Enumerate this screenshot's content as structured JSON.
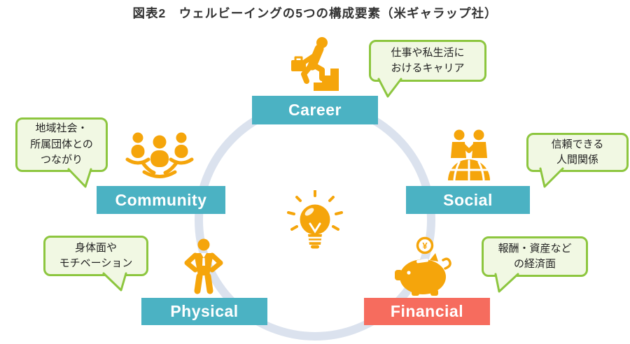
{
  "title": "図表2　ウェルビーイングの5つの構成要素（米ギャラップ社）",
  "colors": {
    "accent_teal": "#4BB2C3",
    "accent_coral": "#F66C5E",
    "icon_orange": "#F5A50B",
    "ring_gray_blue": "#DBE2EE",
    "bubble_fill": "#F1F8E3",
    "bubble_border": "#8DC63F",
    "title_text": "#333333",
    "bubble_text": "#222222"
  },
  "center": {
    "icon": "lightbulb-icon"
  },
  "elements": [
    {
      "id": "career",
      "label": "Career",
      "icon": "career-climb-icon",
      "bubble_lines": [
        "仕事や私生活に",
        "おけるキャリア"
      ]
    },
    {
      "id": "community",
      "label": "Community",
      "icon": "community-people-icon",
      "bubble_lines": [
        "地域社会・",
        "所属団体との",
        "つながり"
      ]
    },
    {
      "id": "social",
      "label": "Social",
      "icon": "social-handshake-globe-icon",
      "bubble_lines": [
        "信頼できる",
        "人間関係"
      ]
    },
    {
      "id": "physical",
      "label": "Physical",
      "icon": "physical-person-icon",
      "bubble_lines": [
        "身体面や",
        "モチベーション"
      ]
    },
    {
      "id": "financial",
      "label": "Financial",
      "icon": "financial-piggy-bank-icon",
      "bubble_lines": [
        "報酬・資産など",
        "の経済面"
      ]
    }
  ],
  "coin_symbol": "¥"
}
